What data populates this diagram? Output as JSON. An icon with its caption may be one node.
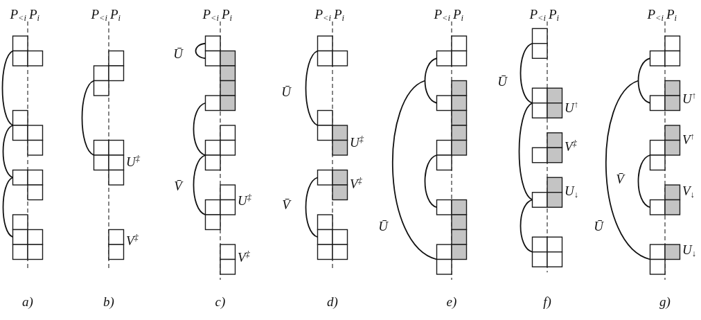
{
  "diagram": {
    "labels": [
      "P$_{<i}$",
      "P$_{i}$",
      "a)",
      "P$_{<i}$",
      "P$_{i}$",
      "U$^{‡}$",
      "V$^{‡}$",
      "b)",
      "P$_{<i}$",
      "P$_{i}$",
      "Ū",
      "V̄",
      "U$^{‡}$",
      "V$^{‡}$",
      "c)",
      "P$_{<i}$",
      "P$_{i}$",
      "Ū",
      "U$^{‡}$",
      "V$^{‡}$",
      "V̄",
      "d)",
      "P$_{<i}$",
      "P$_{i}$",
      "Ū",
      "e)",
      "P$_{<i}$",
      "P$_{i}$",
      "Ū",
      "U$^{↑}$",
      "V$^{‡}$",
      "U$_{↓}$",
      "f)",
      "P$_{<i}$",
      "P$_{i}$",
      "U$^{↑}$",
      "V$^{↑}$",
      "V̄",
      "V$_{↓}$",
      "Ū",
      "U$_{↓}$",
      "g)"
    ]
  }
}
